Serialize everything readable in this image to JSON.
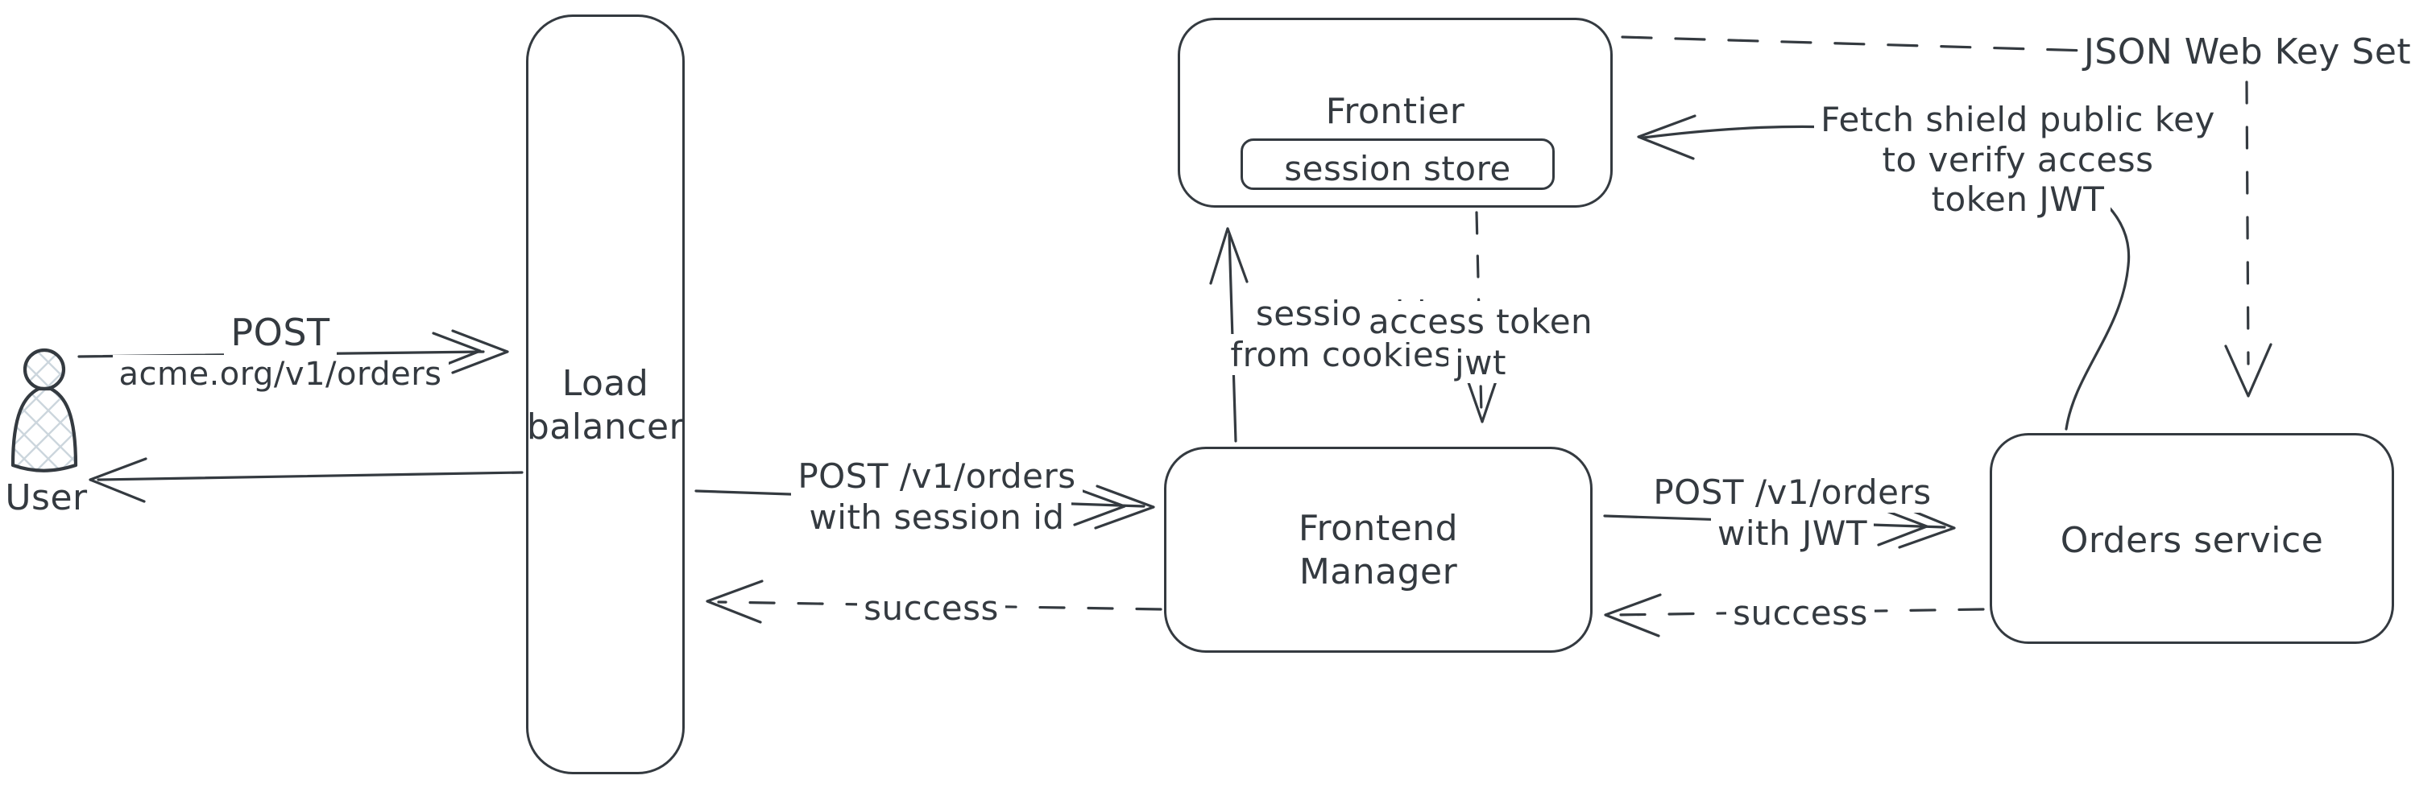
{
  "colors": {
    "stroke": "#343a40",
    "hatch_fill": "#ccd6dd",
    "background": "#ffffff"
  },
  "nodes": {
    "user": {
      "label": "User"
    },
    "load_balancer": {
      "lines": [
        "Load",
        "balancer"
      ]
    },
    "frontier": {
      "label": "Frontier",
      "session_store_label": "session store"
    },
    "frontend_manager": {
      "lines": [
        "Frontend",
        "Manager"
      ]
    },
    "orders_service": {
      "label": "Orders service"
    }
  },
  "edges": {
    "user_to_lb": {
      "lines": [
        "POST",
        "acme.org/v1/orders"
      ]
    },
    "lb_to_fm": {
      "lines": [
        "POST /v1/orders",
        "with session id"
      ]
    },
    "fm_to_lb_success": {
      "label": "success"
    },
    "fm_to_frontier": {
      "lines": [
        "session id",
        "from cookies"
      ]
    },
    "frontier_to_fm": {
      "lines": [
        "access token",
        "jwt"
      ]
    },
    "fm_to_orders": {
      "lines": [
        "POST /v1/orders",
        "with JWT"
      ]
    },
    "orders_to_fm_success": {
      "label": "success"
    },
    "jwks": {
      "label": "JSON Web Key Set"
    },
    "fetch_key": {
      "lines": [
        "Fetch shield public key",
        "to verify access",
        "token JWT"
      ]
    }
  }
}
